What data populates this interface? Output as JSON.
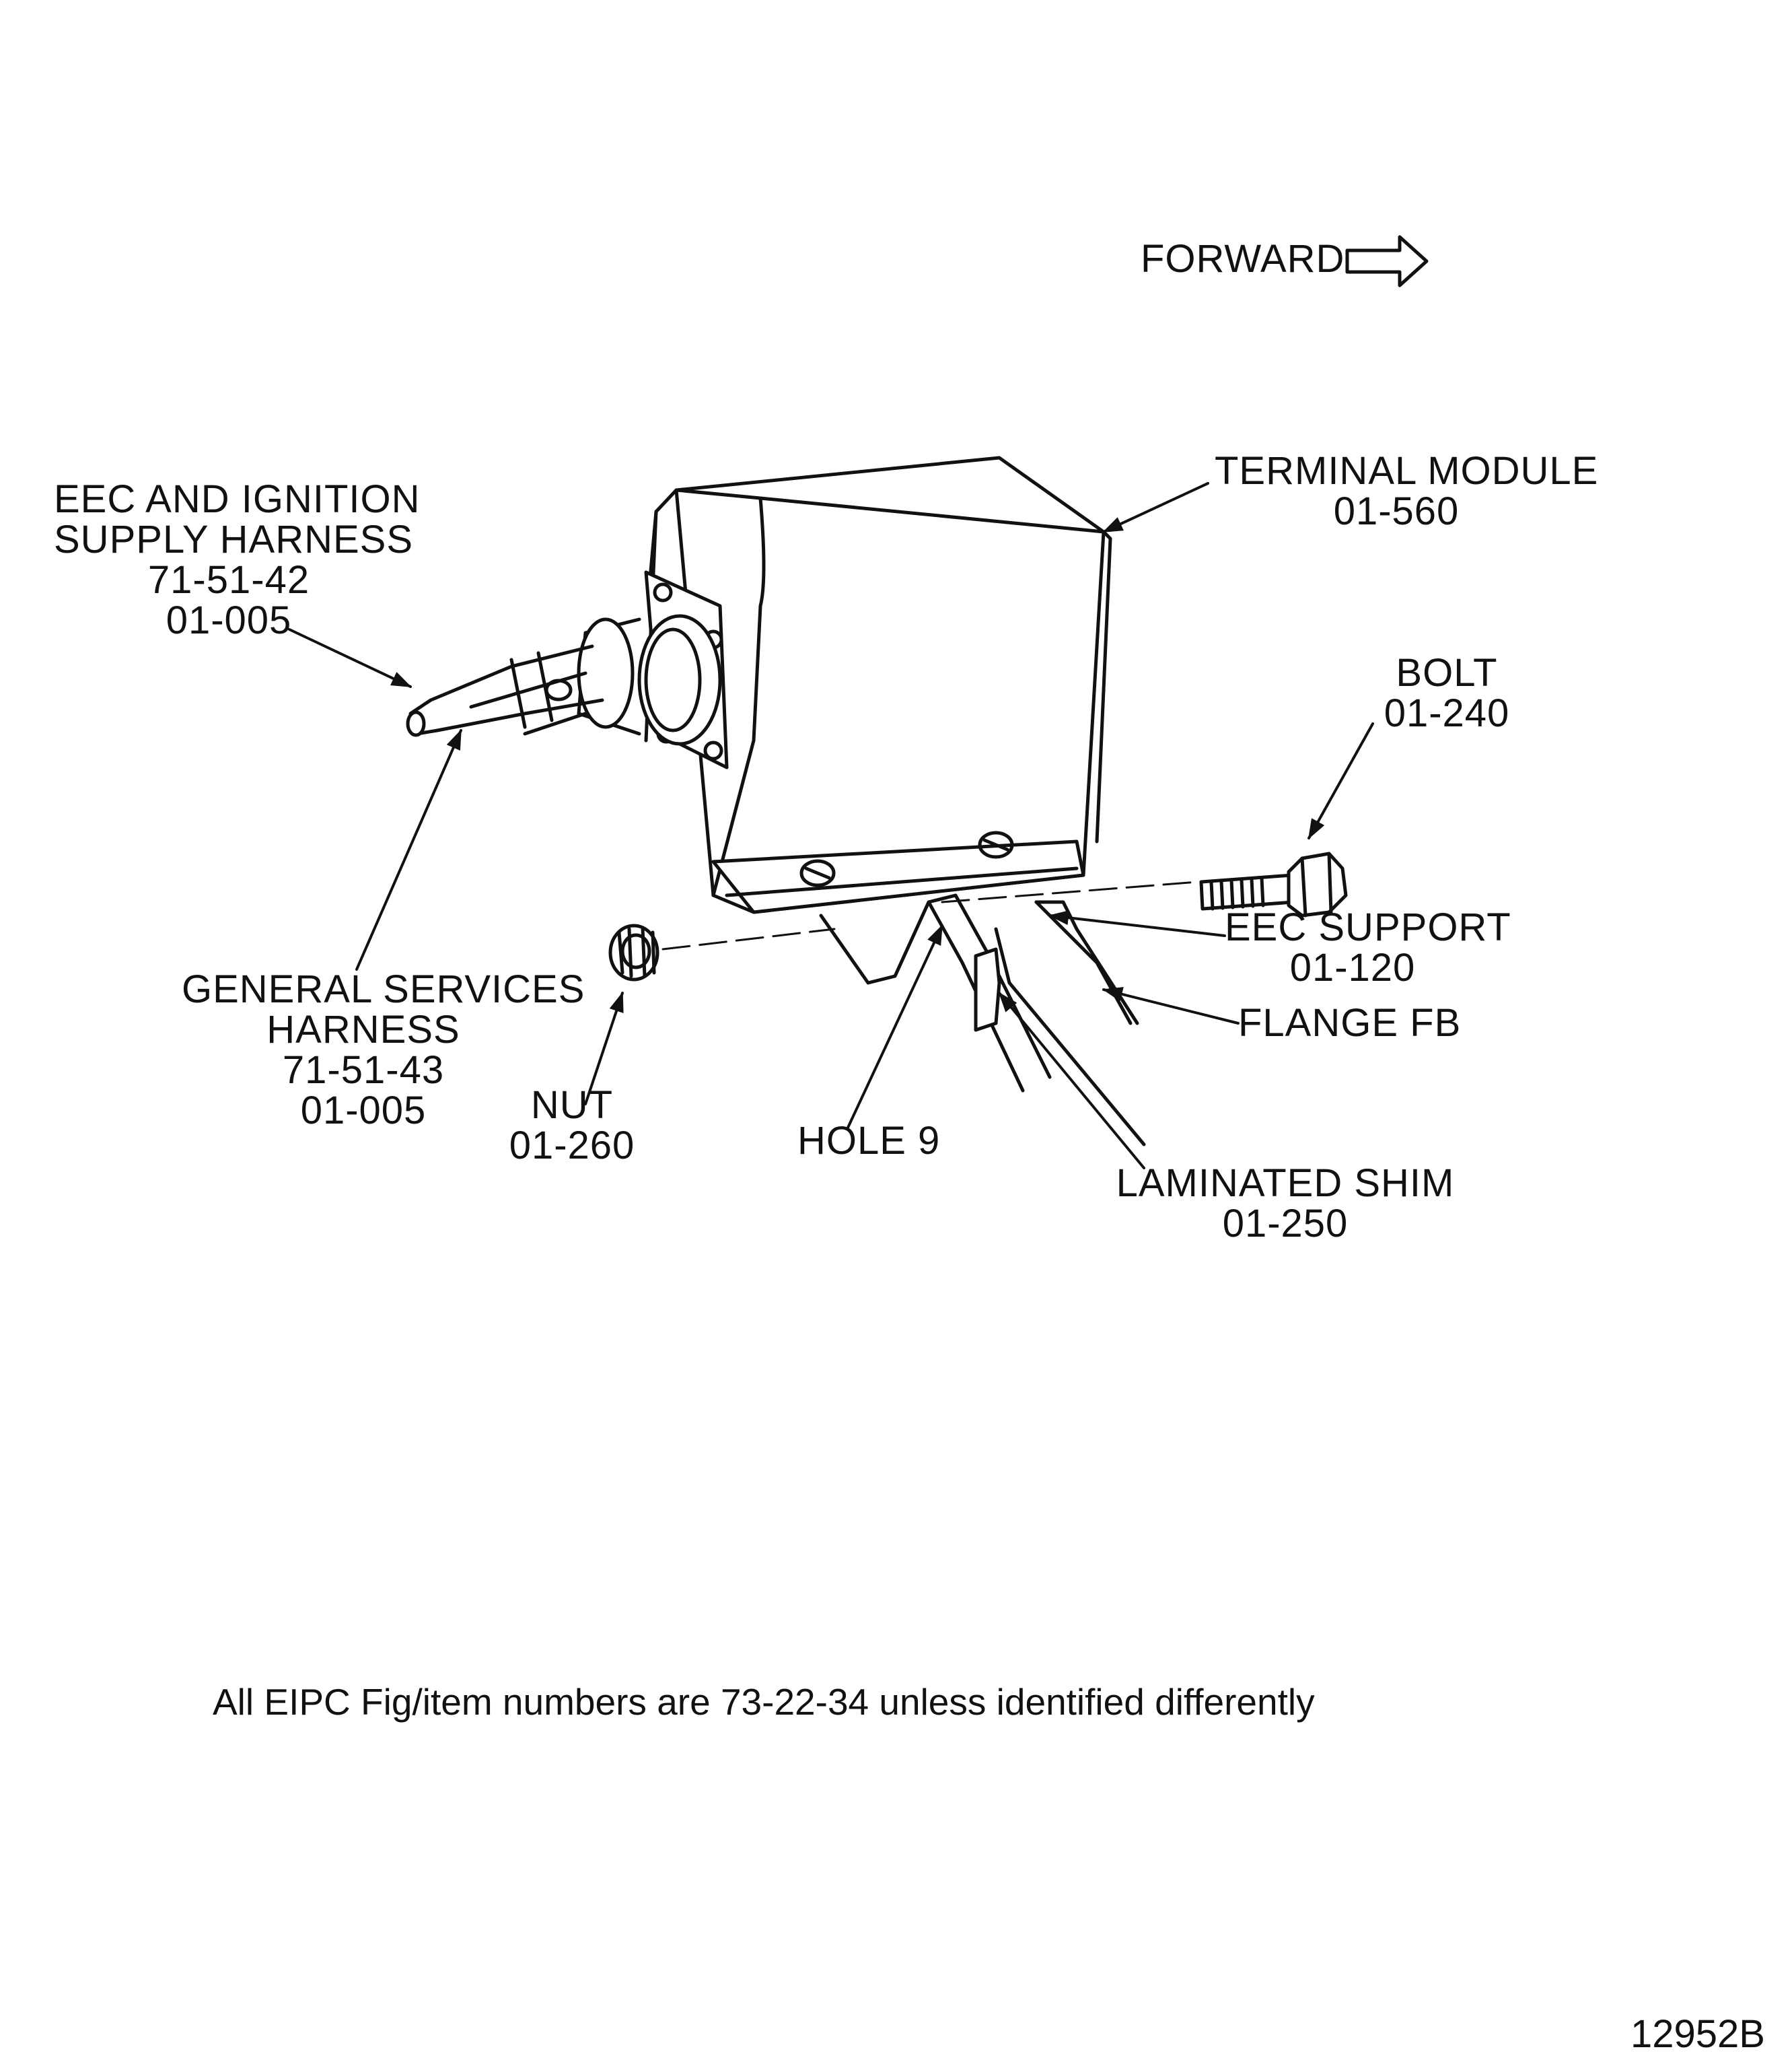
{
  "forward": {
    "label": "FORWARD"
  },
  "callouts": {
    "terminal_module": {
      "line1": "TERMINAL MODULE",
      "line2": "01-560"
    },
    "eec_ignition_harness": {
      "line1": "EEC AND IGNITION",
      "line2": "SUPPLY HARNESS",
      "line3": "71-51-42",
      "line4": "01-005"
    },
    "bolt": {
      "line1": "BOLT",
      "line2": "01-240"
    },
    "eec_support": {
      "line1": "EEC SUPPORT",
      "line2": "01-120"
    },
    "flange": {
      "line1": "FLANGE FB"
    },
    "general_services_harness": {
      "line1": "GENERAL SERVICES",
      "line2": "HARNESS",
      "line3": "71-51-43",
      "line4": "01-005"
    },
    "nut": {
      "line1": "NUT",
      "line2": "01-260"
    },
    "hole": {
      "line1": "HOLE 9"
    },
    "laminated_shim": {
      "line1": "LAMINATED SHIM",
      "line2": "01-250"
    }
  },
  "footnote": "All EIPC Fig/item numbers are 73-22-34 unless identified differently",
  "figure_id": "12952B"
}
